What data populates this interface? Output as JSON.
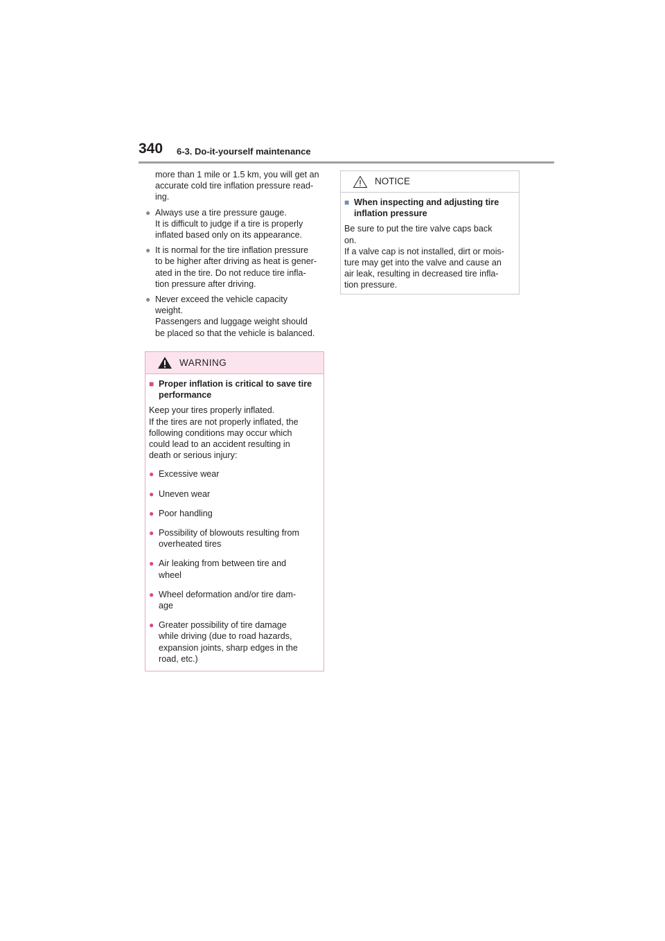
{
  "header": {
    "page_number": "340",
    "section_title": "6-3. Do-it-yourself maintenance"
  },
  "left_column": {
    "continuation": [
      "more than 1 mile or 1.5 km, you will get an",
      "accurate cold tire inflation pressure read-",
      "ing."
    ],
    "bullets": [
      [
        "Always use a tire pressure gauge.",
        "It is difficult to judge if a tire is properly",
        "inflated based only on its appearance."
      ],
      [
        "It is normal for the tire inflation pressure",
        "to be higher after driving as heat is gener-",
        "ated in the tire. Do not reduce tire infla-",
        "tion pressure after driving."
      ],
      [
        "Never exceed the vehicle capacity",
        "weight.",
        "Passengers and luggage weight should",
        "be placed so that the vehicle is balanced."
      ]
    ]
  },
  "warning": {
    "title": "WARNING",
    "heading": [
      "Proper inflation is critical to save tire",
      "performance"
    ],
    "intro": [
      "Keep your tires properly inflated.",
      "If the tires are not properly inflated, the",
      "following conditions may occur which",
      "could lead to an accident resulting in",
      "death or serious injury:"
    ],
    "items": [
      [
        "Excessive wear"
      ],
      [
        "Uneven wear"
      ],
      [
        "Poor handling"
      ],
      [
        "Possibility of blowouts resulting from",
        "overheated tires"
      ],
      [
        "Air leaking from between tire and",
        "wheel"
      ],
      [
        "Wheel deformation and/or tire dam-",
        "age"
      ],
      [
        "Greater possibility of tire damage",
        "while driving (due to road hazards,",
        "expansion joints, sharp edges in the",
        "road, etc.)"
      ]
    ]
  },
  "notice": {
    "title": "NOTICE",
    "heading": [
      "When inspecting and adjusting tire",
      "inflation pressure"
    ],
    "body": [
      "Be sure to put the tire valve caps back",
      "on.",
      "If a valve cap is not installed, dirt or mois-",
      "ture may get into the valve and cause an",
      "air leak, resulting in decreased tire infla-",
      "tion pressure."
    ]
  },
  "colors": {
    "warning_accent": "#d64a8a",
    "notice_accent": "#6d8fb3",
    "header_rule": "#9d9fa2"
  }
}
